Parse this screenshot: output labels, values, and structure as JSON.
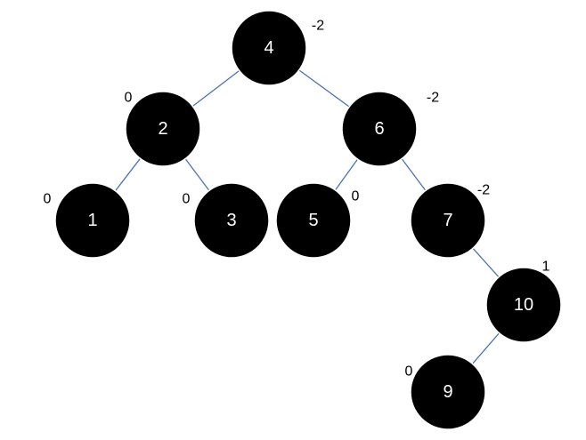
{
  "tree": {
    "nodes": [
      {
        "id": "n4",
        "label": "4",
        "balance": "-2"
      },
      {
        "id": "n2",
        "label": "2",
        "balance": "0"
      },
      {
        "id": "n6",
        "label": "6",
        "balance": "-2"
      },
      {
        "id": "n1",
        "label": "1",
        "balance": "0"
      },
      {
        "id": "n3",
        "label": "3",
        "balance": "0"
      },
      {
        "id": "n5",
        "label": "5",
        "balance": "0"
      },
      {
        "id": "n7",
        "label": "7",
        "balance": "-2"
      },
      {
        "id": "n10",
        "label": "10",
        "balance": "1"
      },
      {
        "id": "n9",
        "label": "9",
        "balance": "0"
      }
    ],
    "edges": [
      {
        "from": "n4",
        "to": "n2"
      },
      {
        "from": "n4",
        "to": "n6"
      },
      {
        "from": "n2",
        "to": "n1"
      },
      {
        "from": "n2",
        "to": "n3"
      },
      {
        "from": "n6",
        "to": "n5"
      },
      {
        "from": "n6",
        "to": "n7"
      },
      {
        "from": "n7",
        "to": "n10"
      },
      {
        "from": "n10",
        "to": "n9"
      }
    ]
  },
  "colors": {
    "node_fill": "#000000",
    "node_text": "#ffffff",
    "edge": "#4a74b4",
    "balance_text": "#000000"
  }
}
